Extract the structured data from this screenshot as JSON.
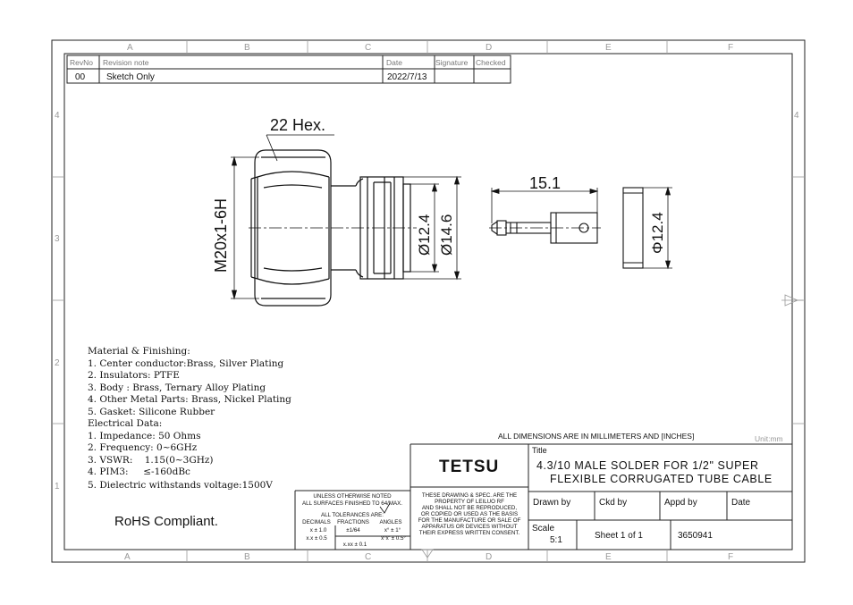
{
  "frame": {
    "columns": [
      "A",
      "B",
      "C",
      "D",
      "E",
      "F"
    ],
    "rows": [
      "4",
      "3",
      "2",
      "1"
    ]
  },
  "revision_table": {
    "headers": [
      "RevNo",
      "Revision note",
      "Date",
      "Signature",
      "Checked"
    ],
    "row": {
      "rev": "00",
      "note": "Sketch Only",
      "date": "2022/7/13",
      "signature": "",
      "checked": ""
    }
  },
  "drawing": {
    "hex_label": "22 Hex.",
    "thread_label": "M20x1-6H",
    "dia_1": "Ø12.4",
    "dia_2": "Ø14.6",
    "length_label": "15.1",
    "dia_3": "Φ12.4"
  },
  "notes": {
    "lines": [
      "Material & Finishing:",
      "1. Center conductor:Brass, Silver Plating",
      "2. Insulators: PTFE",
      "3. Body : Brass, Ternary Alloy Plating",
      "4. Other Metal Parts: Brass, Nickel Plating",
      "5. Gasket: Silicone Rubber",
      "Electrical Data:",
      "1. Impedance: 50 Ohms",
      "2. Frequency: 0~6GHz",
      "3. VSWR:    1.15(0~3GHz)",
      "4. PIM3:     ≤-160dBc",
      "5. Dielectric withstands voltage:1500V"
    ],
    "rohs": "RoHS Compliant."
  },
  "title_block": {
    "dimensions_note": "ALL DIMENSIONS ARE IN MILLIMETERS AND [INCHES]",
    "unit": "Unit:mm",
    "company": "TETSU",
    "title_label": "Title",
    "title_line1": "4.3/10 MALE SOLDER FOR 1/2\" SUPER",
    "title_line2": "FLEXIBLE CORRUGATED TUBE CABLE",
    "tolerance": {
      "line1": "UNLESS OTHERWISE NOTED",
      "line2": "ALL SURFACES FINISHED TO 64/MAX.",
      "line3": "ALL TOLERANCES ARE:",
      "col1_head": "DECIMALS",
      "col2_head": "FRACTIONS",
      "col3_head": "ANGLES",
      "dec1": "x ± 1.0",
      "dec2": "x.x ± 0.5",
      "dec3": "x.xx ± 0.1",
      "frac": "±1/64",
      "ang1": "x° ± 1°",
      "ang2": "x°x' ± 0.5°"
    },
    "property": [
      "THESE DRAWING & SPEC. ARE THE",
      "PROPERTY OF LEILUO RF",
      "AND SHALL NOT BE REPRODUCED,",
      "OR COPIED OR USED AS THE BASIS",
      "FOR THE MANUFACTURE OR SALE OF",
      "APPARATUS OR DEVICES WITHOUT",
      "THEIR EXPRESS WRITTEN CONSENT."
    ],
    "drawn_by": "Drawn by",
    "ckd_by": "Ckd by",
    "appd_by": "Appd by",
    "date": "Date",
    "scale_label": "Scale",
    "scale_value": "5:1",
    "sheet": "Sheet 1 of 1",
    "part_no": "3650941"
  }
}
